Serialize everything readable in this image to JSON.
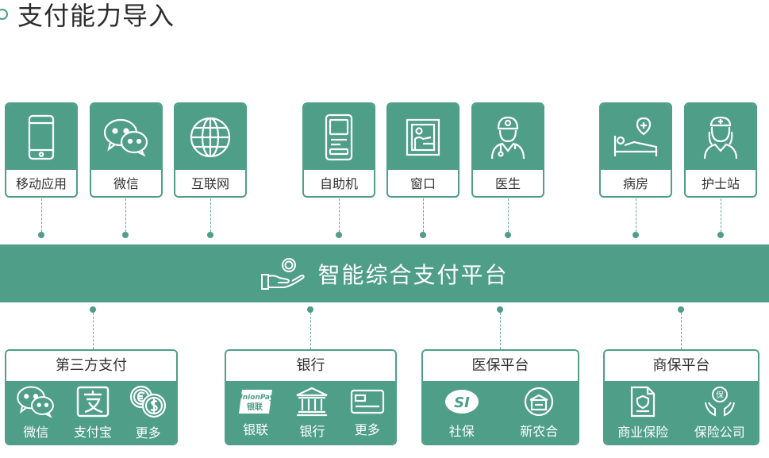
{
  "title": "支付能力导入",
  "top_nodes": [
    {
      "label": "移动应用",
      "icon": "smartphone-icon"
    },
    {
      "label": "微信",
      "icon": "wechat-icon"
    },
    {
      "label": "互联网",
      "icon": "globe-icon"
    },
    {
      "label": "自助机",
      "icon": "kiosk-icon"
    },
    {
      "label": "窗口",
      "icon": "service-window-icon"
    },
    {
      "label": "医生",
      "icon": "doctor-icon"
    },
    {
      "label": "病房",
      "icon": "ward-bed-icon"
    },
    {
      "label": "护士站",
      "icon": "nurse-icon"
    }
  ],
  "platform": {
    "label": "智能综合支付平台",
    "icon": "hand-coin-icon"
  },
  "bottom_groups": [
    {
      "title": "第三方支付",
      "items": [
        {
          "label": "微信",
          "icon": "wechat-icon"
        },
        {
          "label": "支付宝",
          "icon": "alipay-icon"
        },
        {
          "label": "更多",
          "icon": "coins-icon"
        }
      ]
    },
    {
      "title": "银行",
      "items": [
        {
          "label": "银联",
          "icon": "unionpay-icon",
          "icon_text": "UnionPay",
          "icon_text2": "银联"
        },
        {
          "label": "银行",
          "icon": "bank-icon"
        },
        {
          "label": "更多",
          "icon": "card-icon"
        }
      ]
    },
    {
      "title": "医保平台",
      "items": [
        {
          "label": "社保",
          "icon": "social-security-icon",
          "icon_text": "SI"
        },
        {
          "label": "新农合",
          "icon": "rural-coop-icon"
        }
      ]
    },
    {
      "title": "商保平台",
      "items": [
        {
          "label": "商业保险",
          "icon": "insurance-document-icon"
        },
        {
          "label": "保险公司",
          "icon": "insurance-company-icon",
          "icon_text": "保"
        }
      ]
    }
  ],
  "colors": {
    "accent": "#4f9e88",
    "text": "#333333",
    "title": "#2d2d2d"
  }
}
